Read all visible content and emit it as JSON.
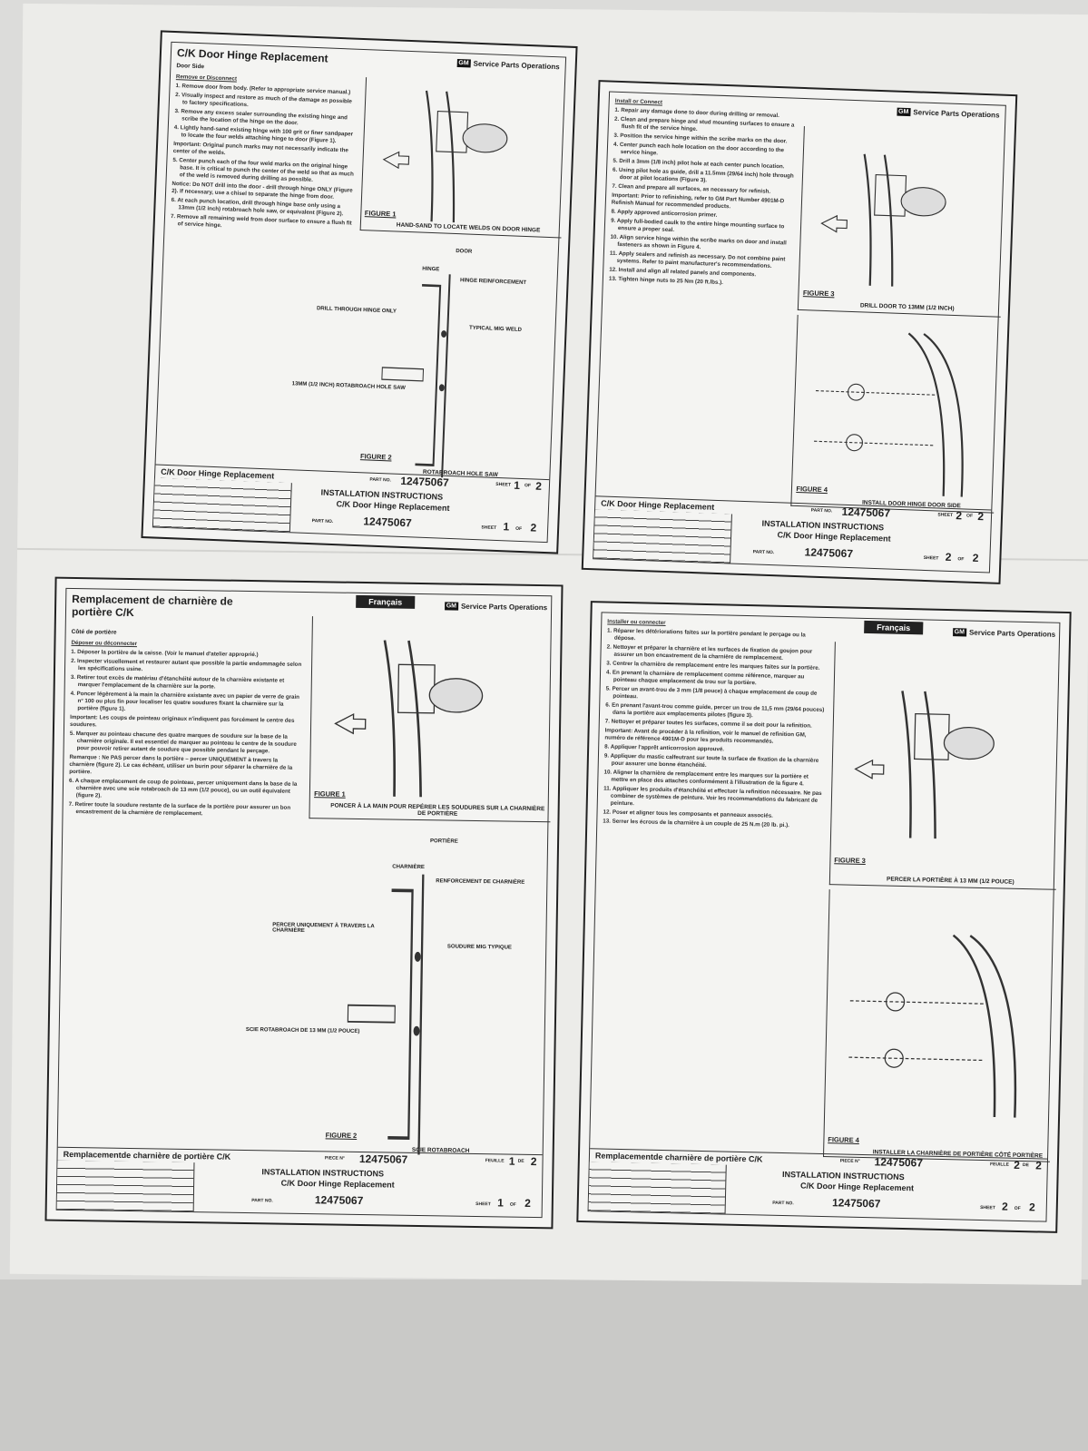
{
  "sheets": [
    {
      "title": "C/K Door Hinge Replacement",
      "subtitle": "Door Side",
      "section": "Remove or Disconnect",
      "header": "Service Parts Operations",
      "steps": [
        "1. Remove door from body. (Refer to appropriate service manual.)",
        "2. Visually inspect and restore as much of the damage as possible to factory specifications.",
        "3. Remove any excess sealer surrounding the existing hinge and scribe the location of the hinge on the door.",
        "4. Lightly hand-sand existing hinge with 100 grit or finer sandpaper to locate the four welds attaching hinge to door (Figure 1).",
        "Important: Original punch marks may not necessarily indicate the center of the welds.",
        "5. Center punch each of the four weld marks on the original hinge base. It is critical to punch the center of the weld so that as much of the weld is removed during drilling as possible.",
        "Notice: Do NOT drill into the door - drill through hinge ONLY (Figure 2). If necessary, use a chisel to separate the hinge from door.",
        "6. At each punch location, drill through hinge base only using a 13mm (1/2 inch) rotabroach hole saw, or equivalent (Figure 2).",
        "7. Remove all remaining weld from door surface to ensure a flush fit of service hinge."
      ],
      "fig1_label": "FIGURE 1",
      "fig1_caption": "HAND-SAND TO LOCATE WELDS ON DOOR HINGE",
      "fig2_label": "FIGURE 2",
      "fig2_caption": "ROTABROACH HOLE SAW",
      "diagram": {
        "door": "DOOR",
        "hinge": "HINGE",
        "reinf": "HINGE REINFORCEMENT",
        "drill": "DRILL THROUGH HINGE ONLY",
        "weld": "TYPICAL MIG WELD",
        "saw": "13MM (1/2 INCH) ROTABROACH HOLE SAW"
      },
      "tb": {
        "header": "C/K Door Hinge Replacement",
        "part": "12475067",
        "sheet": "1",
        "of": "2",
        "instr": "INSTALLATION INSTRUCTIONS",
        "name": "C/K Door Hinge Replacement",
        "part_label": "PART NO.",
        "sheet_label": "SHEET",
        "of_label": "OF"
      }
    },
    {
      "section": "Install or Connect",
      "header": "Service Parts Operations",
      "steps": [
        "1. Repair any damage done to door during drilling or removal.",
        "2. Clean and prepare hinge and stud mounting surfaces to ensure a flush fit of the service hinge.",
        "3. Position the service hinge within the scribe marks on the door.",
        "4. Center punch each hole location on the door according to the service hinge.",
        "5. Drill a 3mm (1/8 inch) pilot hole at each center punch location.",
        "6. Using pilot hole as guide, drill a 11.5mm (29/64 inch) hole through door at pilot locations (Figure 3).",
        "7. Clean and prepare all surfaces, as necessary for refinish.",
        "Important: Prior to refinishing, refer to GM Part Number 4901M-D Refinish Manual for recommended products.",
        "8. Apply approved anticorrosion primer.",
        "9. Apply full-bodied caulk to the entire hinge mounting surface to ensure a proper seal.",
        "10. Align service hinge within the scribe marks on door and install fasteners as shown in Figure 4.",
        "11. Apply sealers and refinish as necessary. Do not combine paint systems. Refer to paint manufacturer's recommendations.",
        "12. Install and align all related panels and components.",
        "13. Tighten hinge nuts to 25 Nm (20 ft.lbs.)."
      ],
      "fig1_label": "FIGURE 3",
      "fig1_caption": "DRILL DOOR TO 13MM (1/2 INCH)",
      "fig2_label": "FIGURE 4",
      "fig2_caption": "INSTALL DOOR HINGE DOOR SIDE",
      "tb": {
        "header": "C/K Door Hinge Replacement",
        "part": "12475067",
        "sheet": "2",
        "of": "2",
        "instr": "INSTALLATION INSTRUCTIONS",
        "name": "C/K Door Hinge Replacement",
        "part_label": "PART NO.",
        "sheet_label": "SHEET",
        "of_label": "OF"
      }
    },
    {
      "title": "Remplacement de charnière de portière C/K",
      "subtitle": "Côté de portière",
      "section": "Déposer ou déconnecter",
      "header": "Service Parts Operations",
      "lang": "Français",
      "steps": [
        "1. Déposer la portière de la caisse. (Voir le manuel d'atelier approprié.)",
        "2. Inspecter visuellement et restaurer autant que possible la partie endommagée selon les spécifications usine.",
        "3. Retirer tout excès de matériau d'étanchéité autour de la charnière existante et marquer l'emplacement de la charnière sur la porte.",
        "4. Poncer légèrement à la main la charnière existante avec un papier de verre de grain n° 100 ou plus fin pour localiser les quatre soudures fixant la charnière sur la portière (figure 1).",
        "Important: Les coups de pointeau originaux n'indiquent pas forcément le centre des soudures.",
        "5. Marquer au pointeau chacune des quatre marques de soudure sur la base de la charnière originale. Il est essentiel de marquer au pointeau le centre de la soudure pour pouvoir retirer autant de soudure que possible pendant le perçage.",
        "Remarque : Ne PAS percer dans la portière – percer UNIQUEMENT à travers la charnière (figure 2). Le cas échéant, utiliser un burin pour séparer la charnière de la portière.",
        "6. A chaque emplacement de coup de pointeau, percer uniquement dans la base de la charnière avec une scie rotabroach de 13 mm (1/2 pouce), ou un outil équivalent (figure 2).",
        "7. Retirer toute la soudure restante de la surface de la portière pour assurer un bon encastrement de la charnière de remplacement."
      ],
      "fig1_label": "FIGURE 1",
      "fig1_caption": "PONCER À LA MAIN POUR REPÉRER LES SOUDURES SUR LA CHARNIÈRE DE PORTIÈRE",
      "fig2_label": "FIGURE 2",
      "fig2_caption": "SCIE ROTABROACH",
      "diagram": {
        "door": "PORTIÈRE",
        "hinge": "CHARNIÈRE",
        "reinf": "RENFORCEMENT DE CHARNIÈRE",
        "drill": "PERCER UNIQUEMENT À TRAVERS LA CHARNIÈRE",
        "weld": "SOUDURE MIG TYPIQUE",
        "saw": "SCIE ROTABROACH DE 13 MM (1/2 POUCE)"
      },
      "tb": {
        "header": "Remplacementde charnière de portière C/K",
        "fr_part_label": "PIECE N°",
        "fr_sheet_label": "FEUILLE",
        "fr_of_label": "DE",
        "part": "12475067",
        "sheet": "1",
        "of": "2",
        "instr": "INSTALLATION INSTRUCTIONS",
        "name": "C/K Door Hinge Replacement",
        "part_label": "PART NO.",
        "sheet_label": "SHEET",
        "of_label": "OF"
      }
    },
    {
      "section": "Installer ou connecter",
      "header": "Service Parts Operations",
      "lang": "Français",
      "steps": [
        "1. Réparer les détériorations faites sur la portière pendant le perçage ou la dépose.",
        "2. Nettoyer et préparer la charnière et les surfaces de fixation de goujon pour assurer un bon encastrement de la charnière de remplacement.",
        "3. Centrer la charnière de remplacement entre les marques faites sur la portière.",
        "4. En prenant la charnière de remplacement comme référence, marquer au pointeau chaque emplacement de trou sur la portière.",
        "5. Percer un avant-trou de 3 mm (1/8 pouce) à chaque emplacement de coup de pointeau.",
        "6. En prenant l'avant-trou comme guide, percer un trou de 11,5 mm (29/64 pouces) dans la portière aux emplacements pilotes (figure 3).",
        "7. Nettoyer et préparer toutes les surfaces, comme il se doit pour la refinition.",
        "Important: Avant de procéder à la refinition, voir le manuel de refinition GM, numéro de référence 4901M-D pour les produits recommandés.",
        "8. Appliquer l'apprêt anticorrosion approuvé.",
        "9. Appliquer du mastic calfeutrant sur toute la surface de fixation de la charnière pour assurer une bonne étanchéité.",
        "10. Aligner la charnière de remplacement entre les marques sur la portière et mettre en place des attaches conformément à l'illustration de la figure 4.",
        "11. Appliquer les produits d'étanchéité et effectuer la refinition nécessaire. Ne pas combiner de systèmes de peinture. Voir les recommandations du fabricant de peinture.",
        "12. Poser et aligner tous les composants et panneaux associés.",
        "13. Serrer les écrous de la charnière à un couple de 25 N.m (20 lb. pi.)."
      ],
      "fig1_label": "FIGURE 3",
      "fig1_caption": "PERCER LA PORTIÈRE À 13 MM (1/2 POUCE)",
      "fig2_label": "FIGURE 4",
      "fig2_caption": "INSTALLER LA CHARNIÈRE DE PORTIÈRE CÔTÉ PORTIÈRE",
      "tb": {
        "header": "Remplacementde charnière de portière C/K",
        "fr_part_label": "PIECE N°",
        "fr_sheet_label": "FEUILLE",
        "fr_of_label": "DE",
        "part": "12475067",
        "sheet": "2",
        "of": "2",
        "instr": "INSTALLATION INSTRUCTIONS",
        "name": "C/K Door Hinge Replacement",
        "part_label": "PART NO.",
        "sheet_label": "SHEET",
        "of_label": "OF"
      }
    }
  ]
}
